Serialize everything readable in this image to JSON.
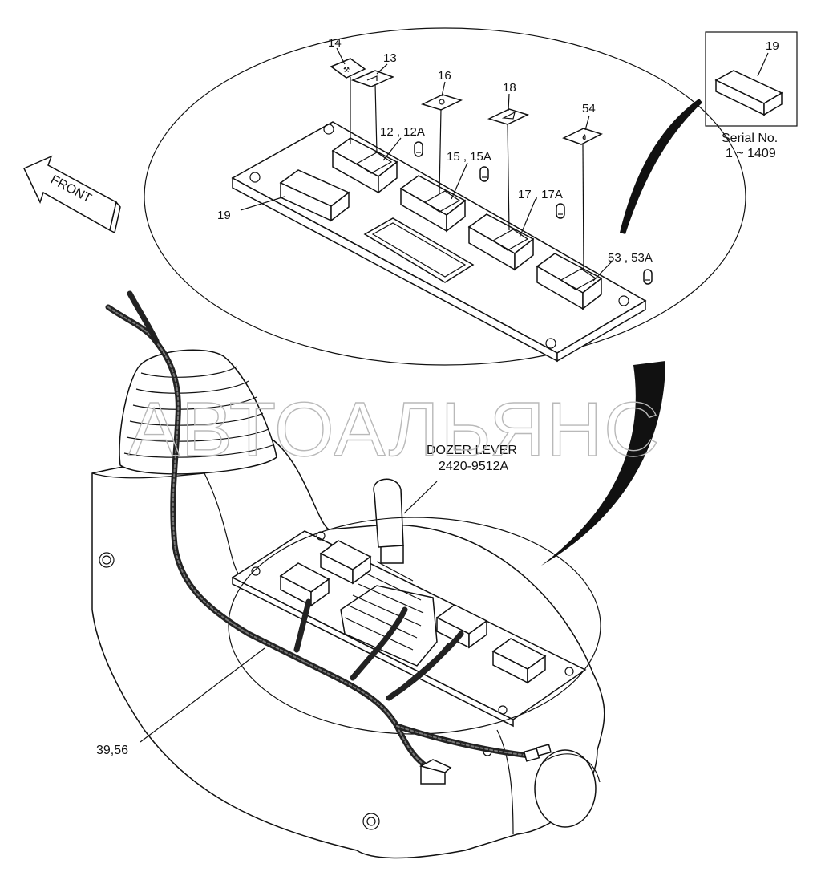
{
  "labels": {
    "front": "FRONT",
    "p14": "14",
    "p13": "13",
    "p16": "16",
    "p18": "18",
    "p54": "54",
    "p12": "12 , 12A",
    "p15": "15 , 15A",
    "p17": "17 , 17A",
    "p53": "53 , 53A",
    "p19_panel": "19",
    "p19_inset": "19",
    "serial_title": "Serial No.",
    "serial_range": "1 ~ 1409",
    "dozer_title": "DOZER LEVER",
    "dozer_part": "2420-9512A",
    "harness": "39,56"
  },
  "watermark": "АВТОАЛЬЯНС"
}
